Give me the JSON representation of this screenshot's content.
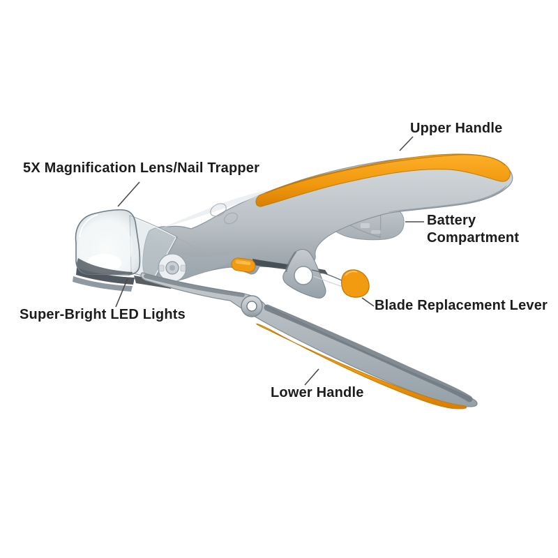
{
  "labels": {
    "magnification_lens": "5X Magnification Lens/Nail Trapper",
    "upper_handle": "Upper Handle",
    "battery_compartment": "Battery Compartment",
    "led_lights": "Super-Bright LED Lights",
    "blade_lever": "Blade Replacement Lever",
    "lower_handle": "Lower Handle"
  },
  "colors": {
    "background": "#FFFFFF",
    "accent_orange": "#F29B11",
    "body_gray": "#B9C0C5",
    "label_text": "#1C1C1C",
    "leader_line": "#4A4A4A"
  }
}
